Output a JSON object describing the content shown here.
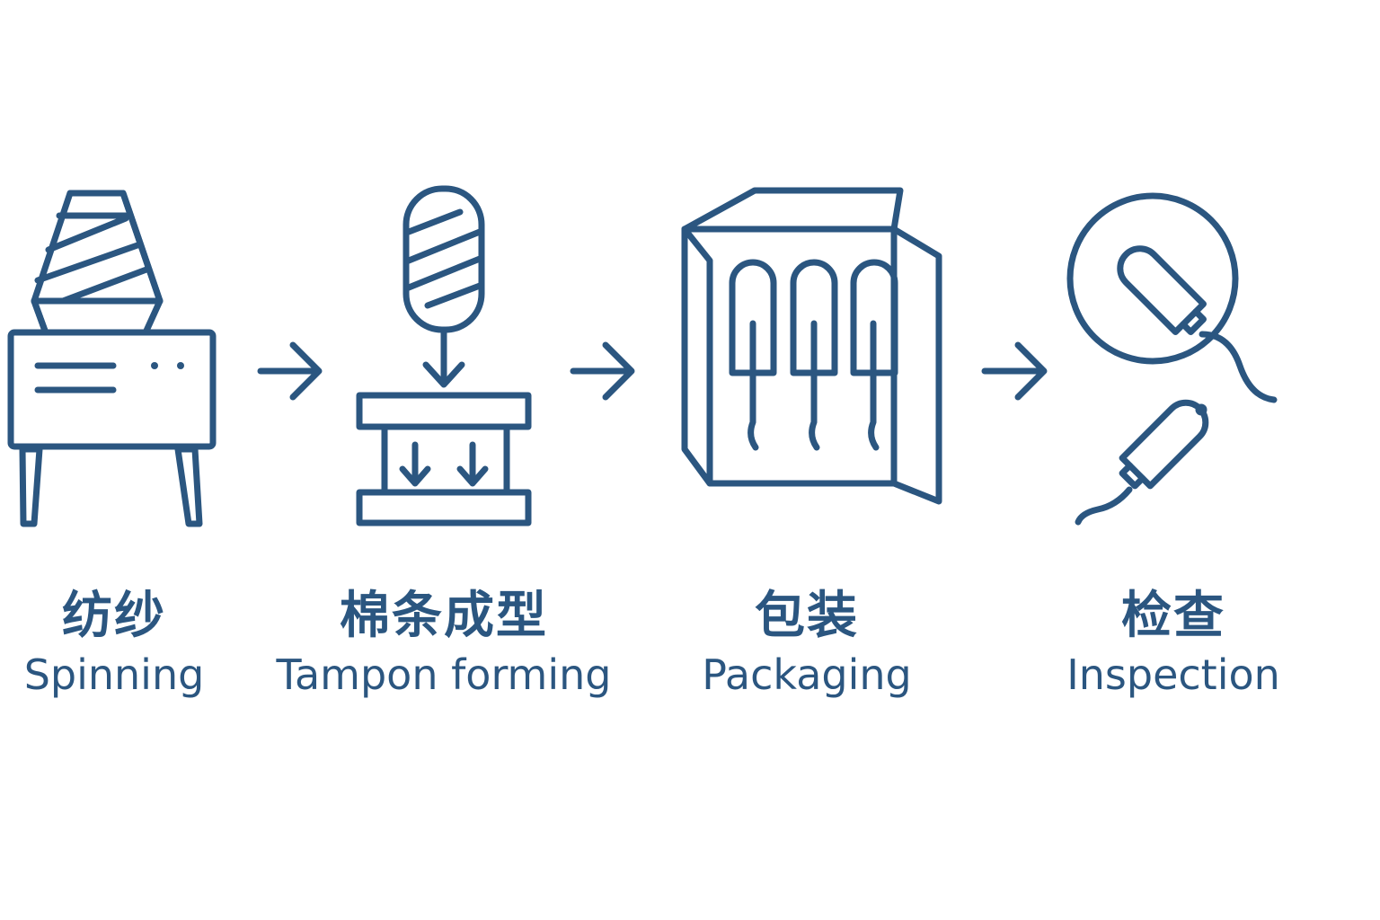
{
  "steps": [
    {
      "zh": "纺纱",
      "en": "Spinning",
      "icon": "spinning-machine-icon"
    },
    {
      "zh": "棉条成型",
      "en": "Tampon forming",
      "icon": "press-mold-icon"
    },
    {
      "zh": "包装",
      "en": "Packaging",
      "icon": "tampon-box-icon"
    },
    {
      "zh": "检查",
      "en": "Inspection",
      "icon": "magnifier-tampon-icon"
    }
  ],
  "colors": {
    "primary": "#2b5680",
    "background": "#ffffff"
  }
}
